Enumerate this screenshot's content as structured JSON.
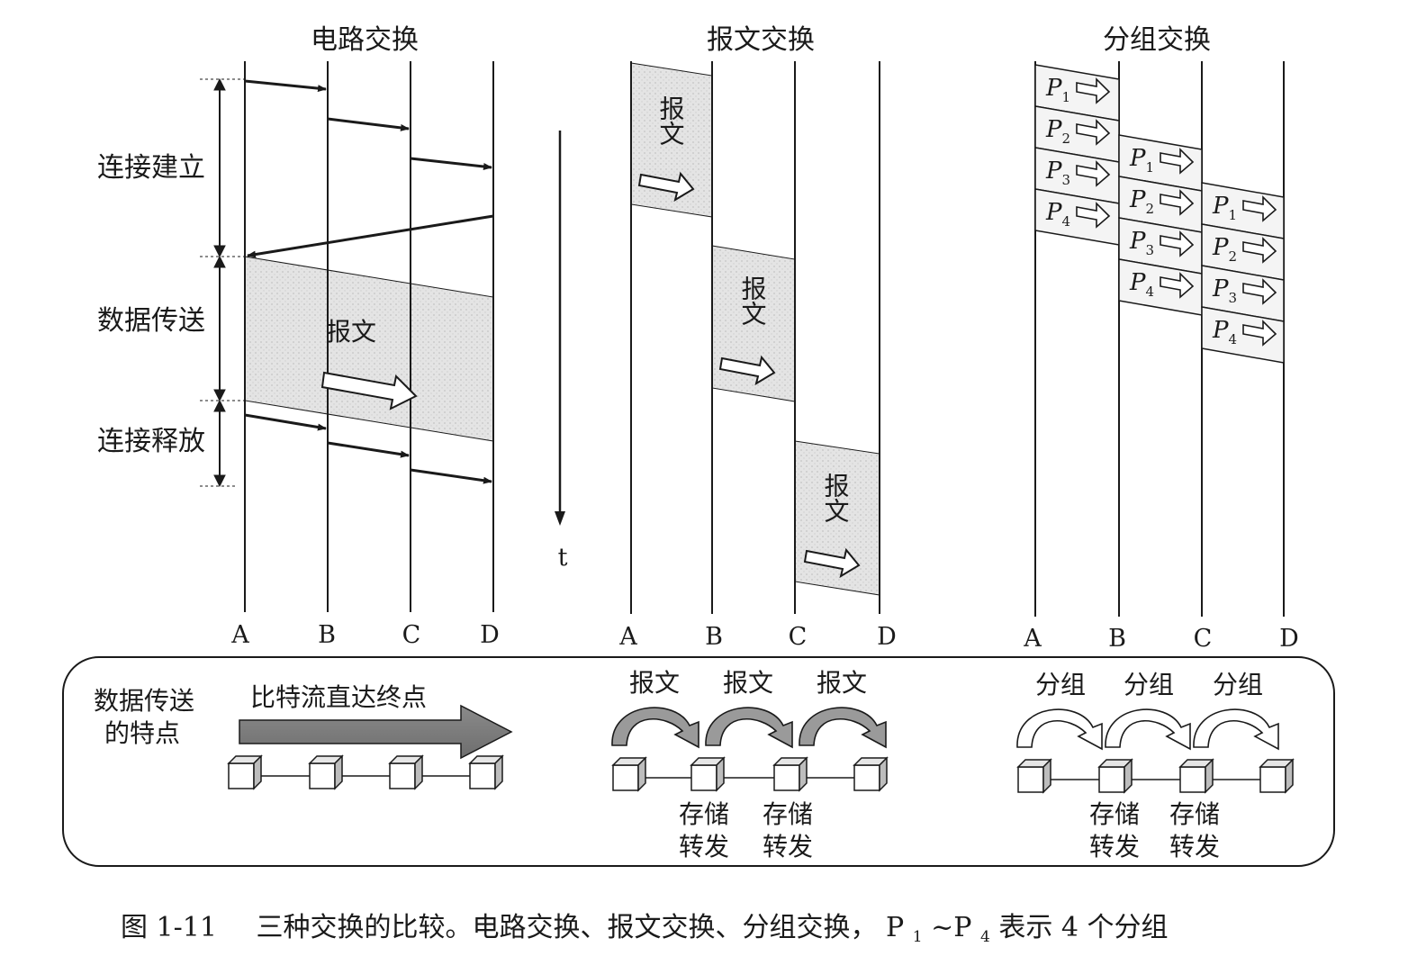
{
  "titles": {
    "circuit": "电路交换",
    "message": "报文交换",
    "packet": "分组交换"
  },
  "phases": {
    "setup": "连接建立",
    "transfer": "数据传送",
    "release": "连接释放"
  },
  "nodes": [
    "A",
    "B",
    "C",
    "D"
  ],
  "time_label": "t",
  "message_label": "报文",
  "packets": {
    "prefix": "P",
    "subs": [
      "1",
      "2",
      "3",
      "4"
    ]
  },
  "bottom": {
    "feature_line1": "数据传送",
    "feature_line2": "的特点",
    "circuit_text": "比特流直达终点",
    "message_hop": "报文",
    "packet_hop": "分组",
    "store_line1": "存储",
    "store_line2": "转发"
  },
  "caption": {
    "fig": "图 1-11",
    "p1": "三种交换的比较。电路交换、报文交换、分组交换，",
    "p_start": "P",
    "sub_start": "1",
    "p_mid": "~P",
    "sub_end": "4",
    "p2": "表示 4 个分组"
  },
  "colors": {
    "ink": "#1a1a1a",
    "shade": "#dcdcdc",
    "arrow_fill": "#9a9a9a"
  }
}
